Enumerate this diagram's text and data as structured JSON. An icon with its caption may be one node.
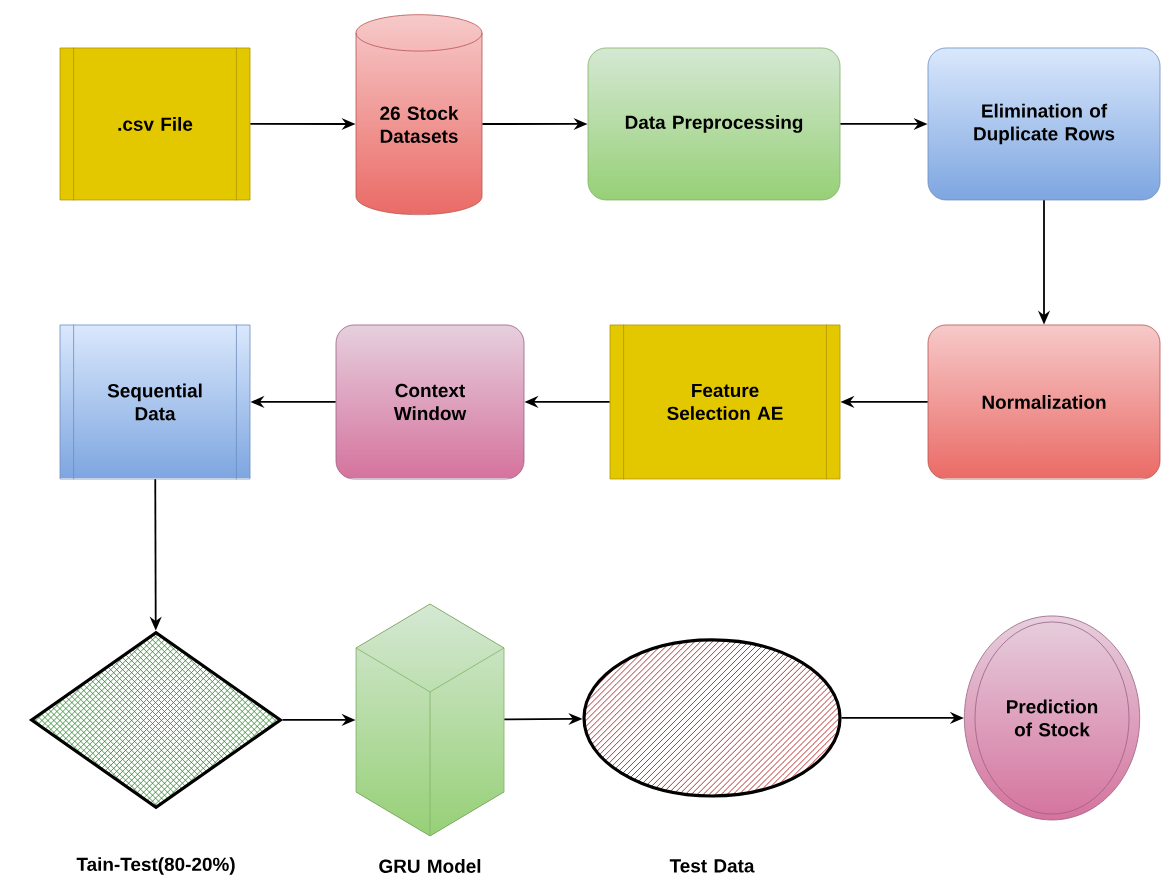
{
  "diagram": {
    "nodes": [
      {
        "text": [
          ".csv File"
        ]
      },
      {
        "text": [
          "26 Stock Datasets"
        ]
      },
      {
        "text": [
          "Data Preprocessing"
        ]
      },
      {
        "text": [
          "Elimination of Duplicate Rows"
        ]
      },
      {
        "text": [
          "Normalization"
        ]
      },
      {
        "text": [
          "Feature Selection AE"
        ]
      },
      {
        "text": [
          "Context Window"
        ]
      },
      {
        "text": [
          "Sequential Data"
        ]
      },
      {
        "text": [
          "Tain-Test(80-20%)"
        ]
      },
      {
        "text": [
          "GRU Model"
        ]
      },
      {
        "text": [
          "Test Data"
        ]
      },
      {
        "text": [
          "Prediction of Stock"
        ]
      }
    ],
    "edges": [
      {
        "from": 0,
        "to": 1,
        "arrow": "to"
      },
      {
        "from": 1,
        "to": 2,
        "arrow": "to"
      },
      {
        "from": 2,
        "to": 3,
        "arrow": "to"
      },
      {
        "from": 3,
        "to": 4,
        "arrow": "to"
      },
      {
        "from": 4,
        "to": 5,
        "arrow": "to"
      },
      {
        "from": 5,
        "to": 6,
        "arrow": "to"
      },
      {
        "from": 6,
        "to": 7,
        "arrow": "to"
      },
      {
        "from": 7,
        "to": 8,
        "arrow": "to"
      },
      {
        "from": 8,
        "to": 9,
        "arrow": "to"
      },
      {
        "from": 9,
        "to": 10,
        "arrow": "to"
      },
      {
        "from": 10,
        "to": 11,
        "arrow": "to"
      }
    ]
  }
}
